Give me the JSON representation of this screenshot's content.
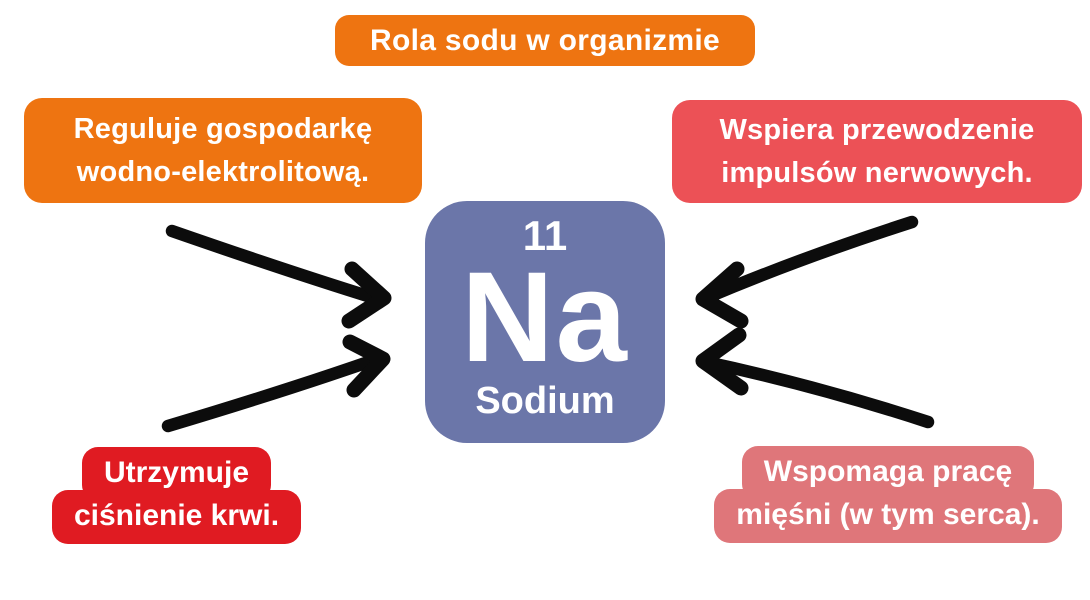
{
  "title": {
    "label": "Rola sodu w organizmie"
  },
  "center_element": {
    "atomic_number": "11",
    "symbol": "Na",
    "name": "Sodium",
    "tile_color": "#6B76A9"
  },
  "facts": [
    {
      "position": "top-left",
      "lines": [
        "Reguluje gospodarkę",
        "wodno-elektrolitową."
      ],
      "color": "#EE7411"
    },
    {
      "position": "top-right",
      "lines": [
        "Wspiera przewodzenie",
        "impulsów nerwowych."
      ],
      "color": "#EC5156"
    },
    {
      "position": "bottom-left",
      "lines": [
        "Utrzymuje",
        "ciśnienie krwi."
      ],
      "color": "#E01B22"
    },
    {
      "position": "bottom-right",
      "lines": [
        "Wspomaga pracę",
        "mięśni (w tym serca)."
      ],
      "color": "#DF767A"
    }
  ],
  "colors": {
    "orange": "#EE7411",
    "coral": "#EC5156",
    "red": "#E01B22",
    "salmon": "#DF767A",
    "tile_purple": "#6B76A9",
    "arrow_black": "#0C0C0C",
    "background": "#FFFFFF",
    "text_white": "#FFFFFF"
  }
}
